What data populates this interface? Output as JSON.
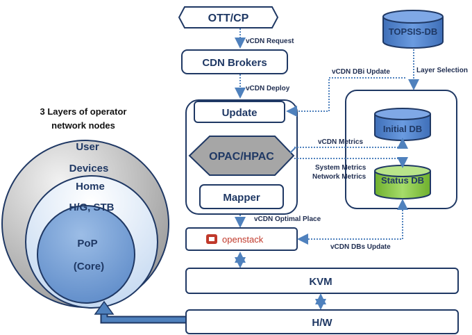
{
  "layers_title": [
    "3 Layers of operator",
    "network nodes"
  ],
  "circles": {
    "user": [
      "User",
      "Devices"
    ],
    "home": [
      "Home",
      "H/G, STB"
    ],
    "pop": [
      "PoP",
      "(Core)"
    ]
  },
  "boxes": {
    "ott": "OTT/CP",
    "brokers": "CDN Brokers",
    "update": "Update",
    "opac": "OPAC/HPAC",
    "mapper": "Mapper",
    "openstack": "openstack",
    "kvm": "KVM",
    "hw": "H/W",
    "topsis": "TOPSIS-DB",
    "initial_db": "Initial DB",
    "status_db": "Status DB"
  },
  "arrow_labels": {
    "vcdn_request": "vCDN Request",
    "vcdn_deploy": "vCDN Deploy",
    "vcdn_dbi_update": "vCDN DBi Update",
    "layer_selection": "Layer Selection",
    "vcdn_metrics": "vCDN Metrics",
    "system_metrics": "System Metrics",
    "network_metrics": "Network Metrics",
    "vcdn_optimal_place": "vCDN Optimal Place",
    "vcdn_dbs_update": "vCDN DBs Update"
  },
  "colors": {
    "navy": "#1f3864",
    "dotted": "#4f81bd",
    "db_blue": "#5b8fd6",
    "db_green": "#92d050",
    "pop_fill": "#7da7d9",
    "openstack_red": "#c0392b"
  }
}
